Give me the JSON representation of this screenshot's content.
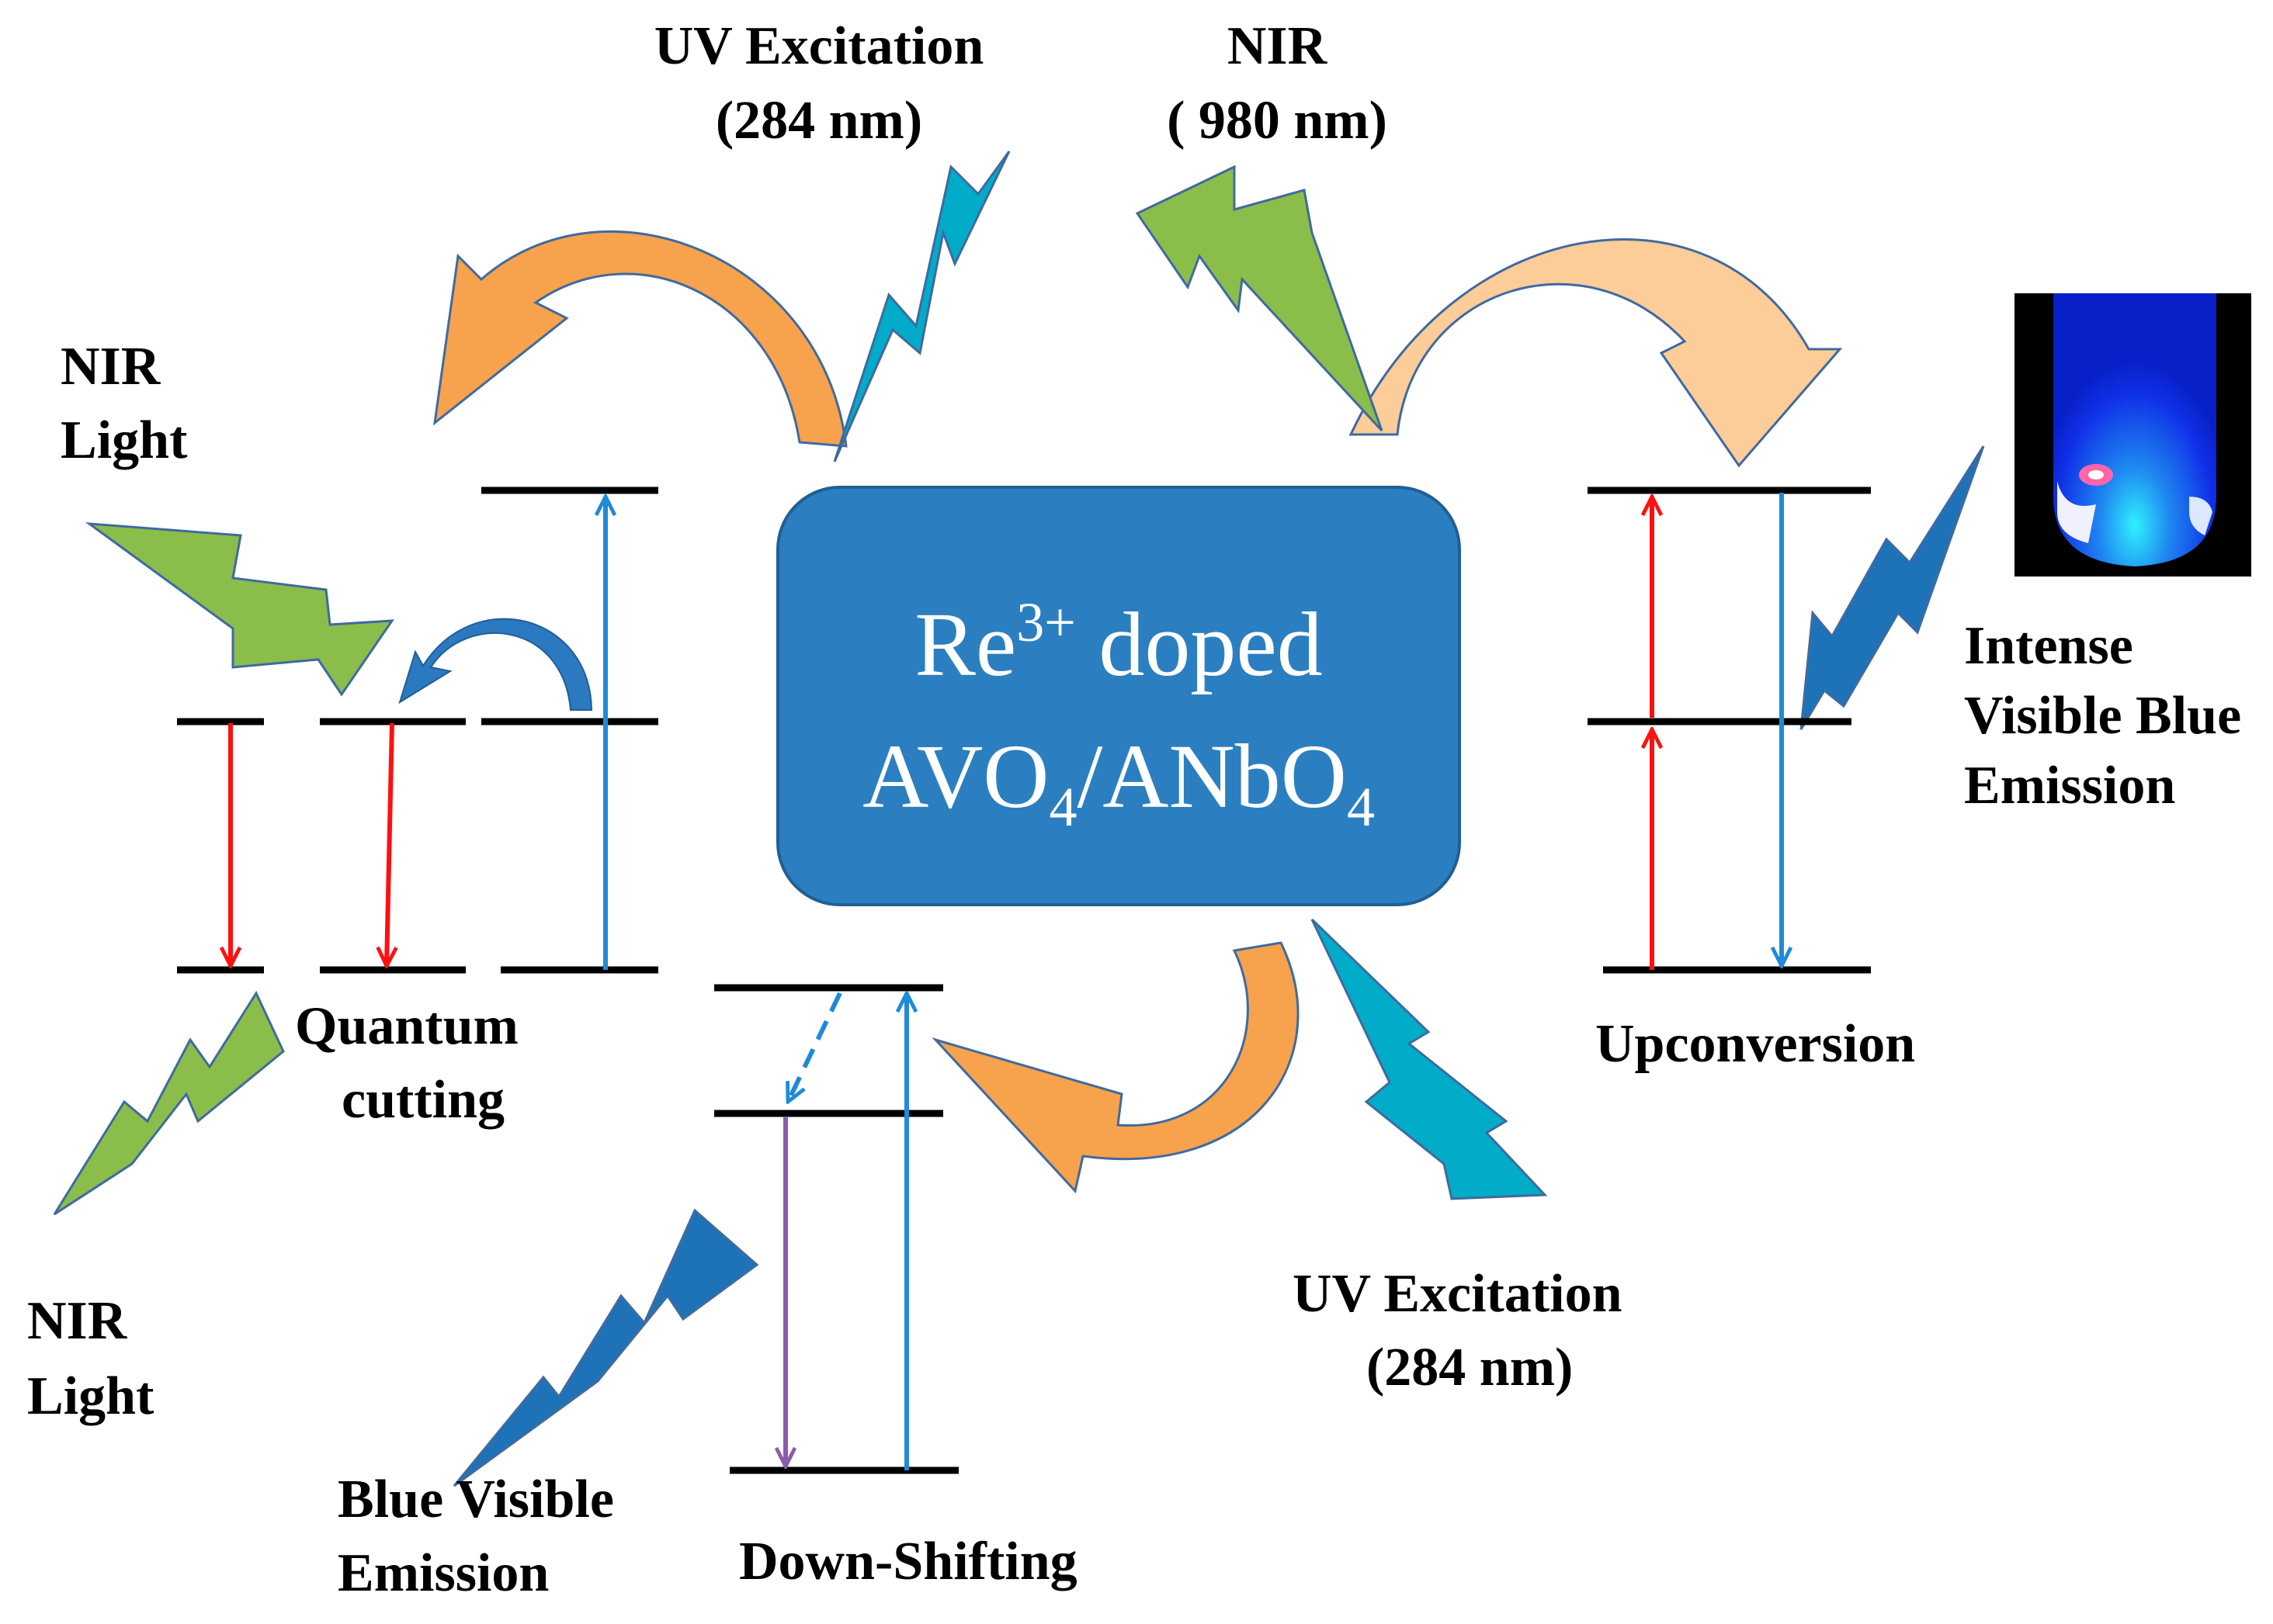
{
  "center": {
    "line1_base": "Re",
    "line1_sup": "3+",
    "line1_rest": " doped",
    "line2_a": "AVO",
    "line2_sub1": "4",
    "line2_b": "/ANbO",
    "line2_sub2": "4"
  },
  "labels": {
    "uv_top_1": "UV Excitation",
    "uv_top_2": "(284 nm)",
    "nir_top_1": "NIR",
    "nir_top_2": "( 980 nm)",
    "nir_light_a_1": "NIR",
    "nir_light_a_2": "Light",
    "nir_light_b_1": "NIR",
    "nir_light_b_2": "Light",
    "quantum_1": "Quantum",
    "quantum_2": "cutting",
    "intense_1": "Intense",
    "intense_2": "Visible Blue",
    "intense_3": "Emission",
    "upconversion": "Upconversion",
    "uv_bottom_1": "UV Excitation",
    "uv_bottom_2": "(284 nm)",
    "blue_vis_1": "Blue Visible",
    "blue_vis_2": "Emission",
    "down_shifting": "Down-Shifting"
  },
  "colors": {
    "center_box": "#2b7fc1",
    "center_box_border": "#1f5f95",
    "uv_bolt": "#00acc8",
    "nir_bolt": "#8bbd4a",
    "blue_bolt": "#1e73b8",
    "orange_arrow": "#f7a24c",
    "peach_arrow": "#fccc99",
    "red_transition": "#ff1010",
    "blue_transition": "#1f8ad8",
    "purple_transition": "#8a5cad",
    "level_line": "#000000"
  },
  "icons": {
    "bolt": "lightning-bolt-icon",
    "curved_arrow": "curved-arrow-icon",
    "photo": "glowing-sample-vial-photo"
  }
}
